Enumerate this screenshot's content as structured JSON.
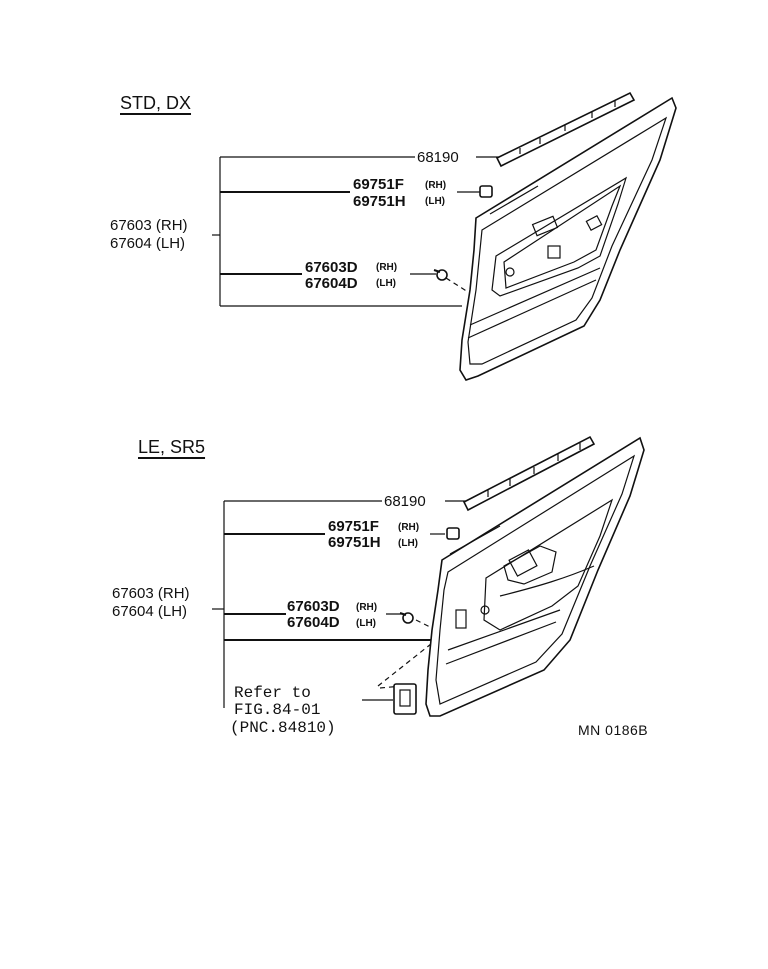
{
  "top_section": {
    "heading": "STD, DX",
    "strip_part": "68190",
    "clip_part_rh": "69751F",
    "clip_part_rh_side": "(RH)",
    "clip_part_lh": "69751H",
    "clip_part_lh_side": "(LH)",
    "panel_part_rh": "67603 (RH)",
    "panel_part_lh": "67604 (LH)",
    "screw_part_rh": "67603D",
    "screw_part_rh_side": "(RH)",
    "screw_part_lh": "67604D",
    "screw_part_lh_side": "(LH)"
  },
  "bottom_section": {
    "heading": "LE, SR5",
    "strip_part": "68190",
    "clip_part_rh": "69751F",
    "clip_part_rh_side": "(RH)",
    "clip_part_lh": "69751H",
    "clip_part_lh_side": "(LH)",
    "panel_part_rh": "67603 (RH)",
    "panel_part_lh": "67604 (LH)",
    "screw_part_rh": "67603D",
    "screw_part_rh_side": "(RH)",
    "screw_part_lh": "67604D",
    "screw_part_lh_side": "(LH)",
    "refer_line1": "Refer to",
    "refer_line2": "FIG.84-01",
    "refer_line3": "(PNC.84810)"
  },
  "figure_code": "MN 0186B"
}
